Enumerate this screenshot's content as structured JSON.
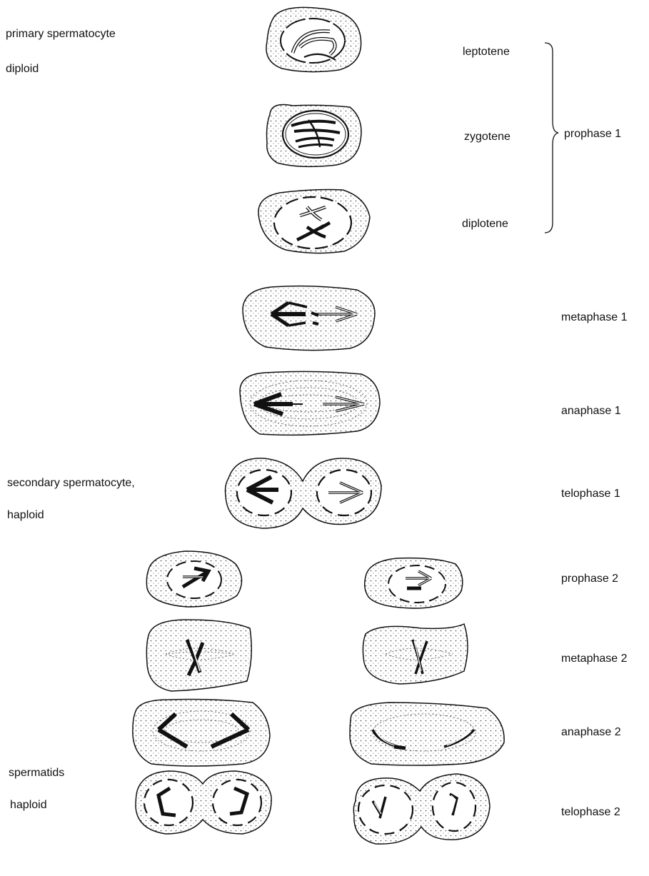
{
  "left_labels": {
    "primary_title": "primary spermatocyte",
    "primary_ploidy": "diploid",
    "secondary_title": "secondary spermatocyte,",
    "secondary_ploidy": "haploid",
    "spermatids_title": "spermatids",
    "spermatids_ploidy": "haploid"
  },
  "prophase_substages": {
    "leptotene": "leptotene",
    "zygotene": "zygotene",
    "diplotene": "diplotene",
    "group_label": "prophase 1"
  },
  "stage_labels": {
    "metaphase1": "metaphase 1",
    "anaphase1": "anaphase 1",
    "telophase1": "telophase 1",
    "prophase2": "prophase 2",
    "metaphase2": "metaphase 2",
    "anaphase2": "anaphase 2",
    "telophase2": "telophase 2"
  },
  "colors": {
    "ink": "#111111",
    "background": "#ffffff"
  }
}
